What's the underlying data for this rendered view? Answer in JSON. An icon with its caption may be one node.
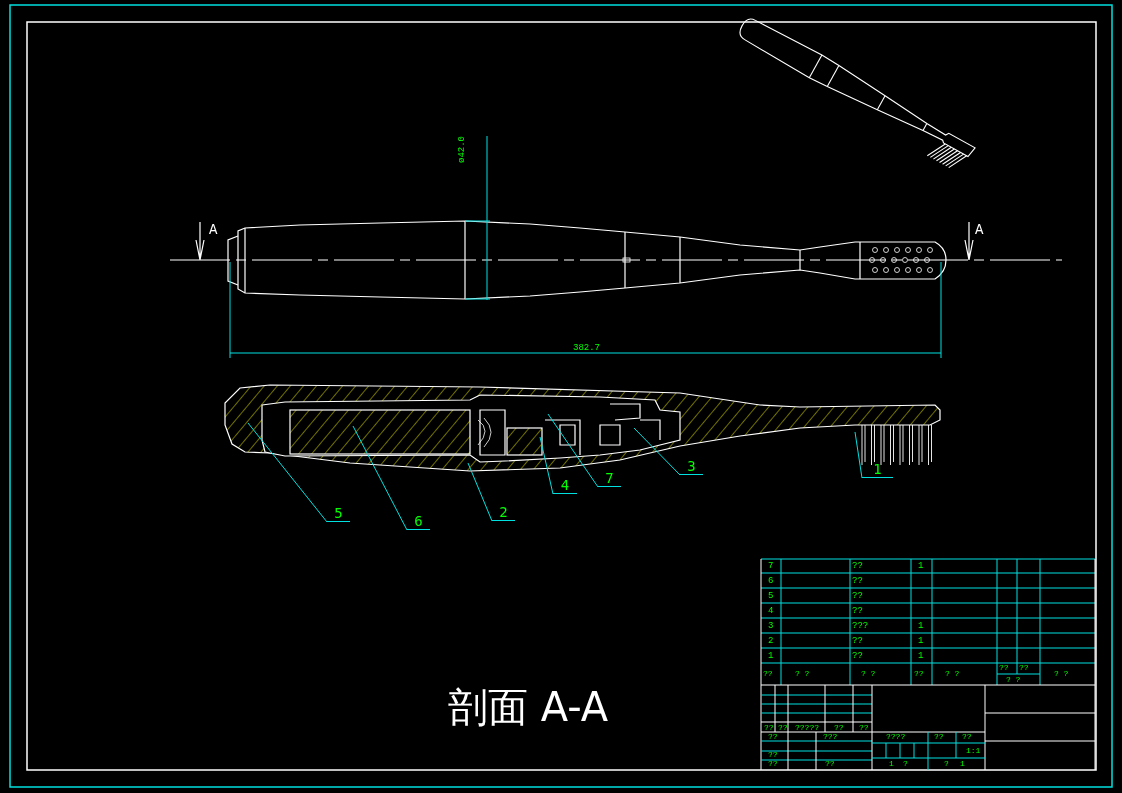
{
  "diagram": {
    "title": "剖面 A-A",
    "nodes": [
      {
        "text": [
          "1"
        ]
      },
      {
        "text": [
          "2"
        ]
      },
      {
        "text": [
          "3"
        ]
      },
      {
        "text": [
          "4"
        ]
      },
      {
        "text": [
          "5"
        ]
      },
      {
        "text": [
          "6"
        ]
      },
      {
        "text": [
          "7"
        ]
      }
    ],
    "edges": [
      {
        "from": 0,
        "to": null,
        "arrow": "none"
      },
      {
        "from": 1,
        "to": null,
        "arrow": "none"
      },
      {
        "from": 2,
        "to": null,
        "arrow": "none"
      },
      {
        "from": 3,
        "to": null,
        "arrow": "none"
      },
      {
        "from": 4,
        "to": null,
        "arrow": "none"
      },
      {
        "from": 5,
        "to": null,
        "arrow": "none"
      },
      {
        "from": 6,
        "to": null,
        "arrow": "none"
      }
    ],
    "labels": [
      "A",
      "A",
      "ø42.0",
      "382.7",
      "7",
      "??",
      "1",
      "6",
      "??",
      "5",
      "??",
      "4",
      "??",
      "3",
      "???",
      "1",
      "2",
      "??",
      "1",
      "1",
      "??",
      "1",
      "??",
      "? ?",
      "? ?",
      "??",
      "? ?",
      "??",
      "??",
      "? ?",
      "? ?",
      "??",
      "??",
      "?????",
      "??",
      "??",
      "??",
      "???",
      "????",
      "??",
      "??",
      "??",
      "1:1",
      "??",
      "??",
      "1",
      "?",
      "?",
      "1"
    ]
  }
}
